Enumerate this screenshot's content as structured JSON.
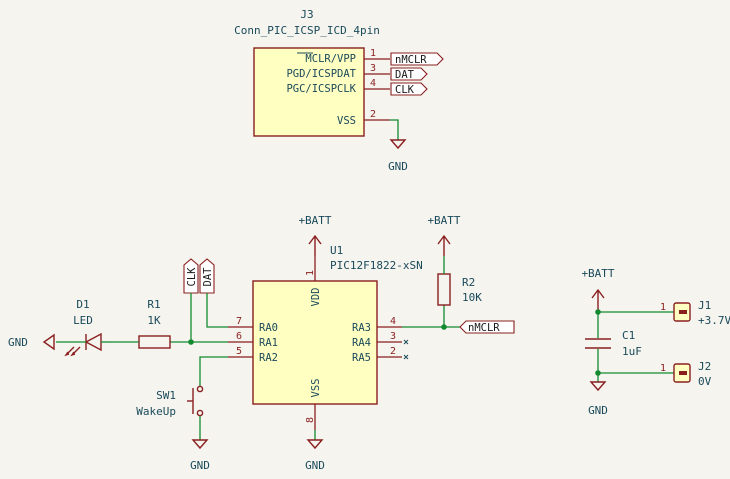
{
  "j3": {
    "ref": "J3",
    "value": "Conn_PIC_ICSP_ICD_4pin",
    "pins": [
      {
        "name": "MCLR/VPP",
        "num": "1"
      },
      {
        "name": "PGD/ICSPDAT",
        "num": "3"
      },
      {
        "name": "PGC/ICSPCLK",
        "num": "4"
      },
      {
        "name": "VSS",
        "num": "2"
      }
    ]
  },
  "u1": {
    "ref": "U1",
    "value": "PIC12F1822-xSN",
    "pins_left": [
      {
        "name": "RA0",
        "num": "7"
      },
      {
        "name": "RA1",
        "num": "6"
      },
      {
        "name": "RA2",
        "num": "5"
      }
    ],
    "pins_right": [
      {
        "name": "RA3",
        "num": "4"
      },
      {
        "name": "RA4",
        "num": "3"
      },
      {
        "name": "RA5",
        "num": "2"
      }
    ],
    "vdd": {
      "name": "VDD",
      "num": "1"
    },
    "vss": {
      "name": "VSS",
      "num": "8"
    }
  },
  "r1": {
    "ref": "R1",
    "value": "1K"
  },
  "r2": {
    "ref": "R2",
    "value": "10K"
  },
  "d1": {
    "ref": "D1",
    "value": "LED"
  },
  "sw1": {
    "ref": "SW1",
    "value": "WakeUp"
  },
  "c1": {
    "ref": "C1",
    "value": "1uF"
  },
  "j1": {
    "ref": "J1",
    "value": "+3.7V",
    "pin": "1"
  },
  "j2": {
    "ref": "J2",
    "value": "0V",
    "pin": "1"
  },
  "nets": {
    "nmclr": "nMCLR",
    "dat": "DAT",
    "clk": "CLK",
    "gnd": "GND",
    "batt": "+BATT"
  }
}
